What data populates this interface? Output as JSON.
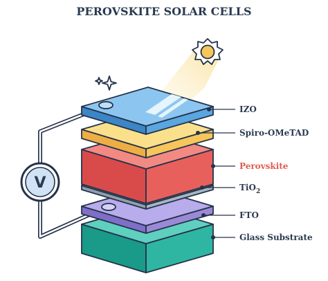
{
  "title": "PEROVSKITE SOLAR CELLS",
  "voltmeter": {
    "label": "V"
  },
  "layers": [
    {
      "id": "izo",
      "label": "IZO",
      "color": "#2b3a4e"
    },
    {
      "id": "spiro",
      "label": "Spiro-OMeTAD",
      "color": "#2b3a4e"
    },
    {
      "id": "perovskite",
      "label": "Perovskite",
      "color": "#e05a4f"
    },
    {
      "id": "tio2",
      "label": "TiO",
      "sub": "2",
      "color": "#2b3a4e"
    },
    {
      "id": "fto",
      "label": "FTO",
      "color": "#2b3a4e"
    },
    {
      "id": "glass",
      "label": "Glass Substrate",
      "color": "#2b3a4e"
    }
  ],
  "colors": {
    "izo": "#5aa6e0",
    "spiro": "#f6c65b",
    "perovskite": "#e25b57",
    "tio2": "#a6b6c2",
    "fto": "#9b8ad6",
    "glass": "#2bb3a0",
    "sun": "#f6c65b",
    "beam": "#fbe7b0"
  }
}
